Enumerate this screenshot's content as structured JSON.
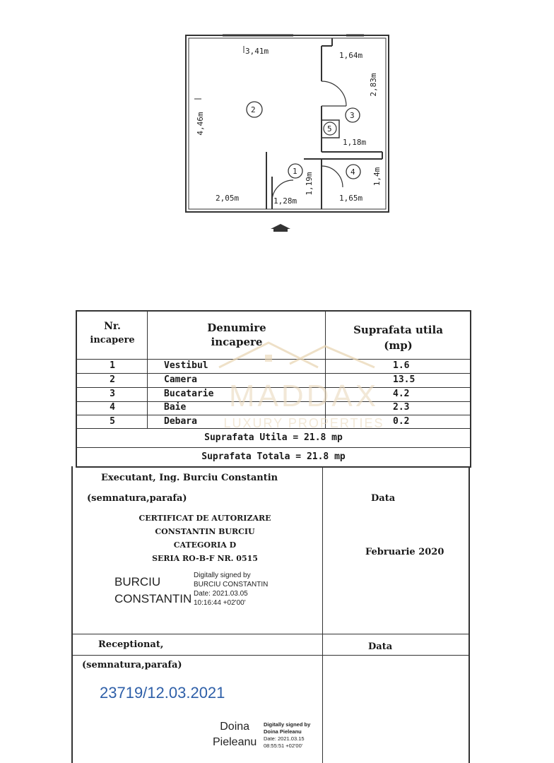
{
  "floorplan": {
    "dims": [
      "3,41m",
      "1,64m",
      "2,83m",
      "4,46m",
      "1,18m",
      "1,19m",
      "1,4m",
      "2,05m",
      "1,28m",
      "1,65m"
    ],
    "rooms": [
      "2",
      "3",
      "5",
      "1",
      "4"
    ]
  },
  "watermark": {
    "brand": "MADDAX",
    "tagline": "LUXURY PROPERTIES"
  },
  "table": {
    "headers": {
      "nr": "Nr.",
      "nr2": "incapere",
      "name": "Denumire",
      "name2": "incapere",
      "area": "Suprafata utila",
      "area2": "(mp)"
    },
    "rows": [
      {
        "nr": "1",
        "name": "Vestibul",
        "area": "1.6"
      },
      {
        "nr": "2",
        "name": "Camera",
        "area": "13.5"
      },
      {
        "nr": "3",
        "name": "Bucatarie",
        "area": "4.2"
      },
      {
        "nr": "4",
        "name": "Baie",
        "area": "2.3"
      },
      {
        "nr": "5",
        "name": "Debara",
        "area": "0.2"
      }
    ],
    "total_useful": "Suprafata Utila = 21.8 mp",
    "total_all": "Suprafata Totala = 21.8 mp"
  },
  "executant": {
    "label": "Executant, Ing. Burciu Constantin",
    "sig_label": "(semnatura,parafa)",
    "cert": [
      "CERTIFICAT DE AUTORIZARE",
      "CONSTANTIN BURCIU",
      "CATEGORIA D",
      "SERIA RO-B-F NR. 0515"
    ],
    "signer_line1": "BURCIU",
    "signer_line2": "CONSTANTIN",
    "digital": [
      "Digitally signed by",
      "BURCIU CONSTANTIN",
      "Date: 2021.03.05",
      "10:16:44 +02'00'"
    ],
    "date_label": "Data",
    "date_value": "Februarie 2020"
  },
  "receptionat": {
    "label": "Receptionat,",
    "sig_label": "(semnatura,parafa)",
    "number": "23719/12.03.2021",
    "signer_line1": "Doina",
    "signer_line2": "Pieleanu",
    "digital": [
      "Digitally signed by",
      "Doina Pieleanu",
      "Date: 2021.03.15",
      "08:55:51 +02'00'"
    ],
    "date_label": "Data"
  }
}
